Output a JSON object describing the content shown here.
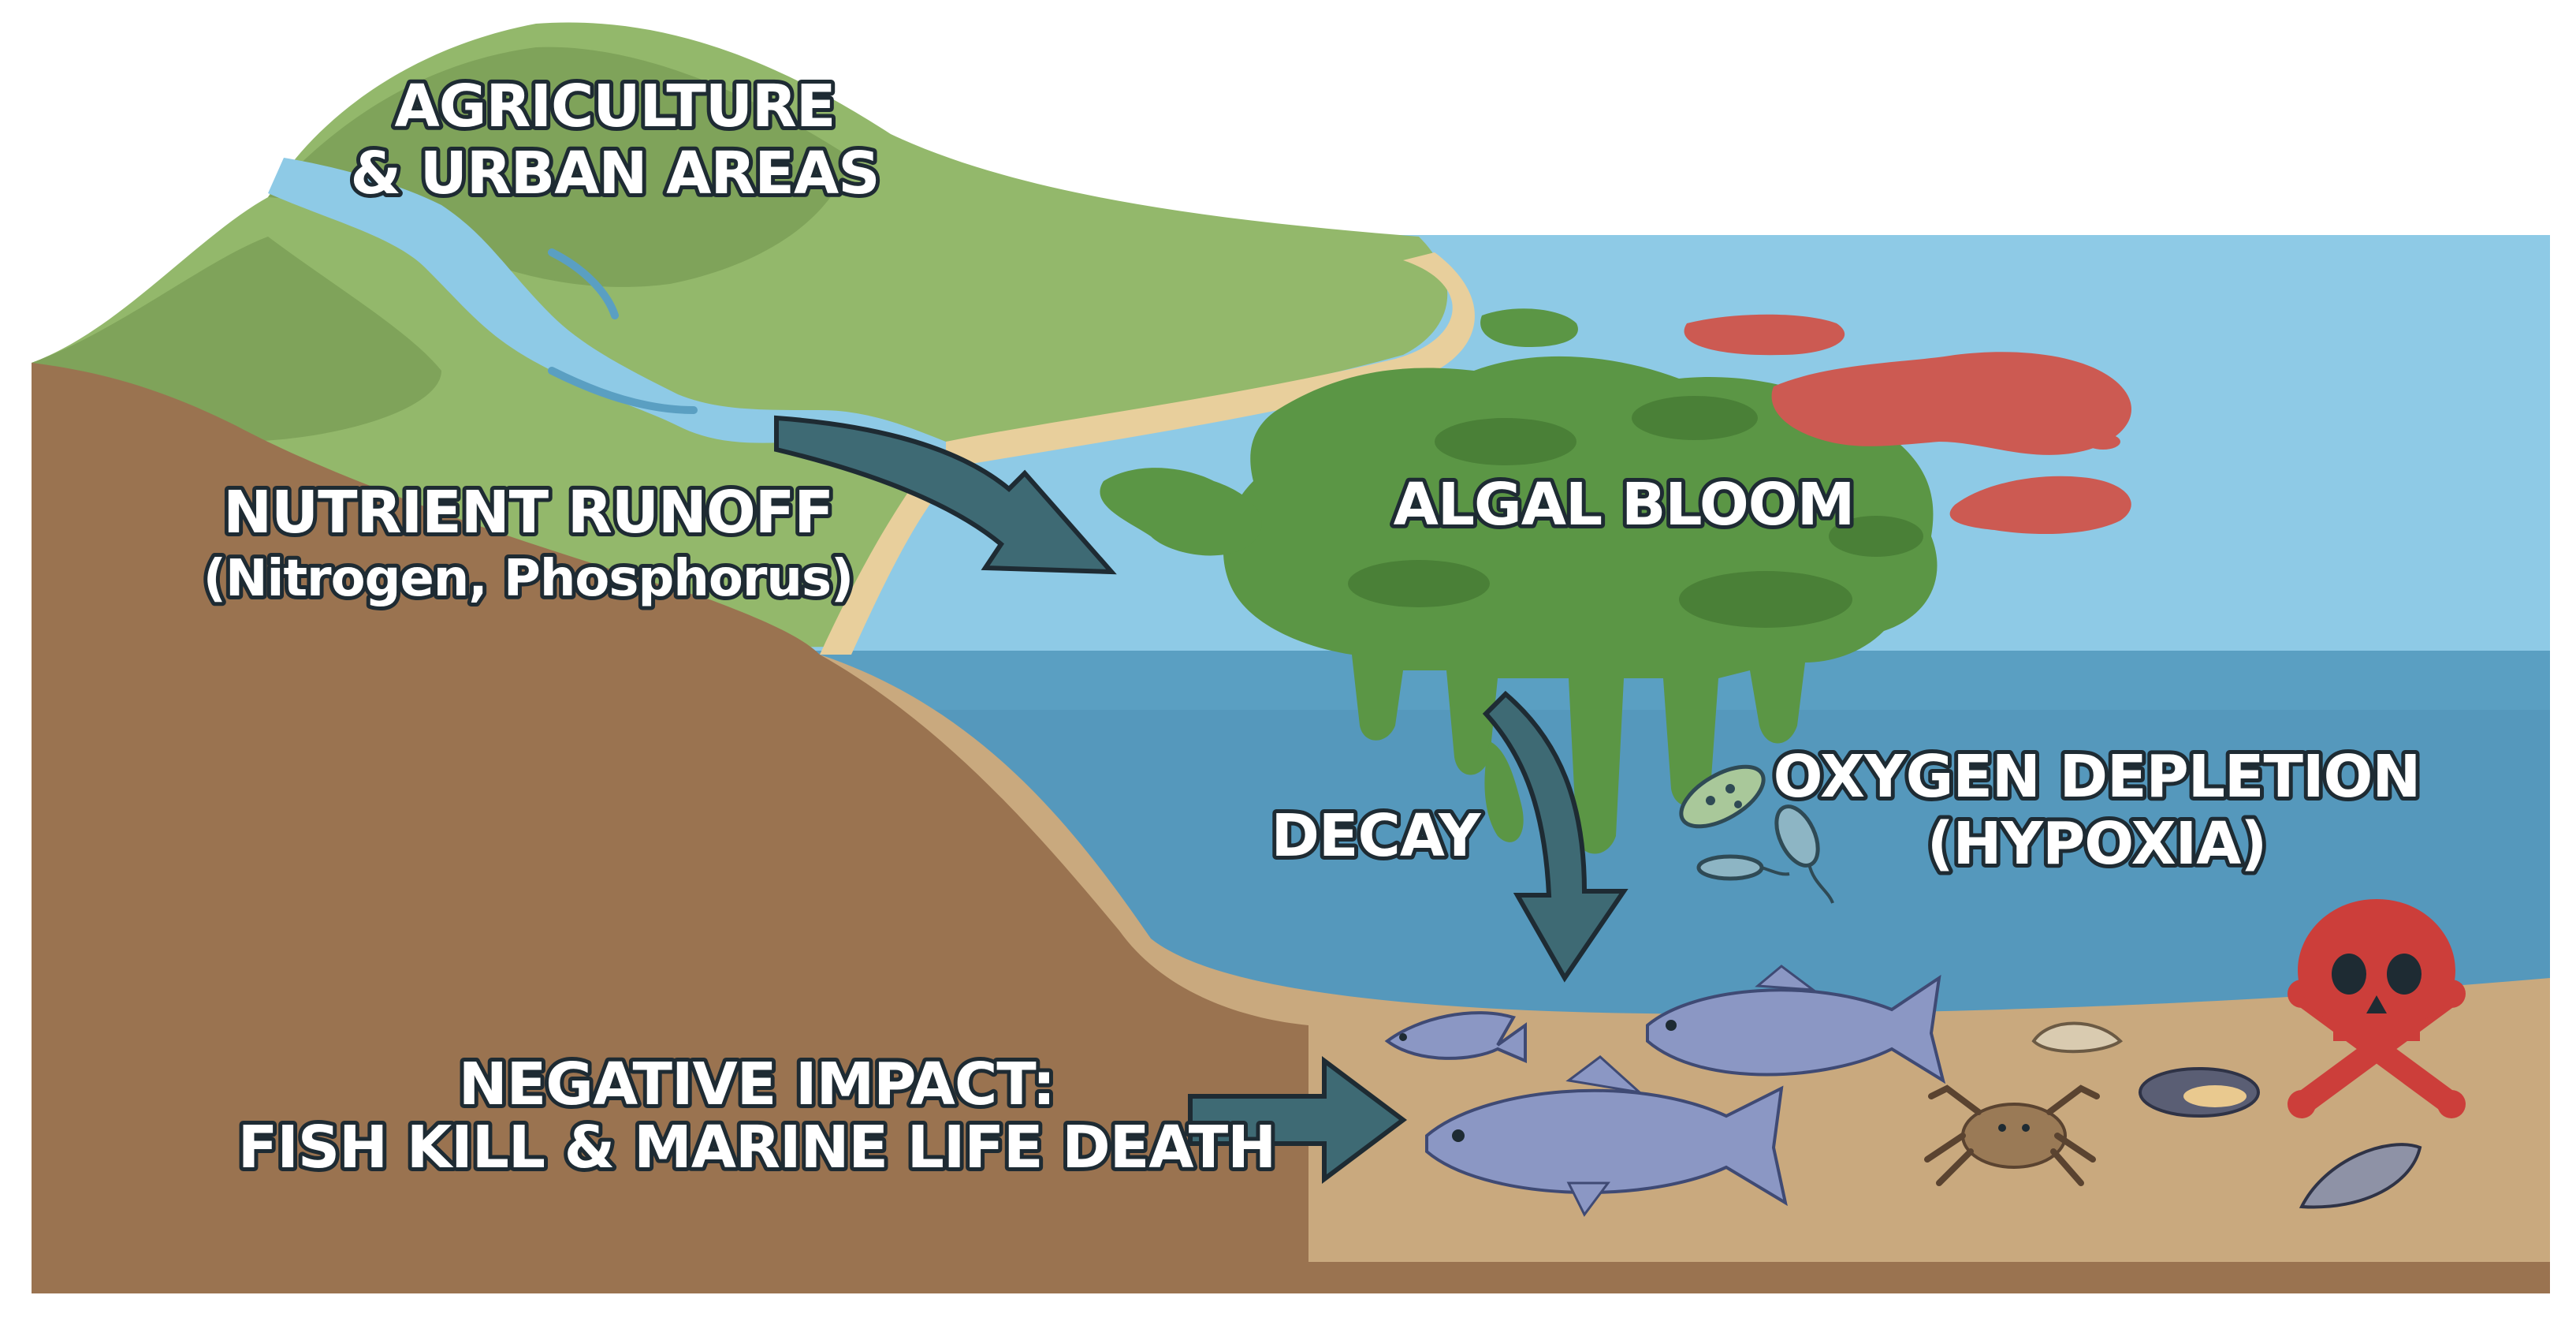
{
  "labels": {
    "agriculture_line1": "AGRICULTURE",
    "agriculture_line2": "& URBAN AREAS",
    "runoff_line1": "NUTRIENT RUNOFF",
    "runoff_line2": "(Nitrogen, Phosphorus)",
    "algal_bloom": "ALGAL BLOOM",
    "decay": "DECAY",
    "oxygen_line1": "OXYGEN DEPLETION",
    "oxygen_line2": "(HYPOXIA)",
    "impact_line1": "NEGATIVE IMPACT:",
    "impact_line2": "FISH KILL & MARINE LIFE DEATH"
  },
  "icons": [
    "river",
    "algae-bloom",
    "red-tide-patch",
    "bacteria-icon",
    "fish-icon",
    "crab-icon",
    "clam-icon",
    "mussel-icon",
    "skull-crossbones-icon",
    "arrow-icon"
  ],
  "colors": {
    "sky_water": "#8ecae6",
    "deep_water": "#5a9fc2",
    "land_green": "#93b86b",
    "land_dark_green": "#7fa35a",
    "soil": "#9a7350",
    "seabed": "#c9a97e",
    "algae": "#5b9645",
    "red_tide": "#cc5a52",
    "arrow": "#3e6a74",
    "skull": "#cc3e3a"
  }
}
